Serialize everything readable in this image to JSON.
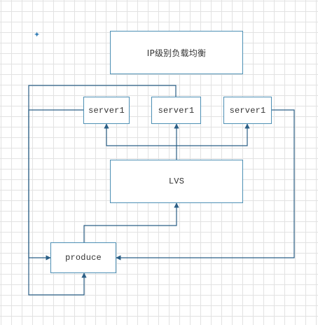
{
  "diagram": {
    "title_box": "IP级别负载均衡",
    "servers": [
      "server1",
      "server1",
      "server1"
    ],
    "lvs": "LVS",
    "producer": "produce"
  },
  "colors": {
    "line": "#2b5f86",
    "box_border": "#4d8fb4",
    "grid": "#e2e2e2"
  },
  "icons": {
    "cursor": "crosshair-icon"
  }
}
